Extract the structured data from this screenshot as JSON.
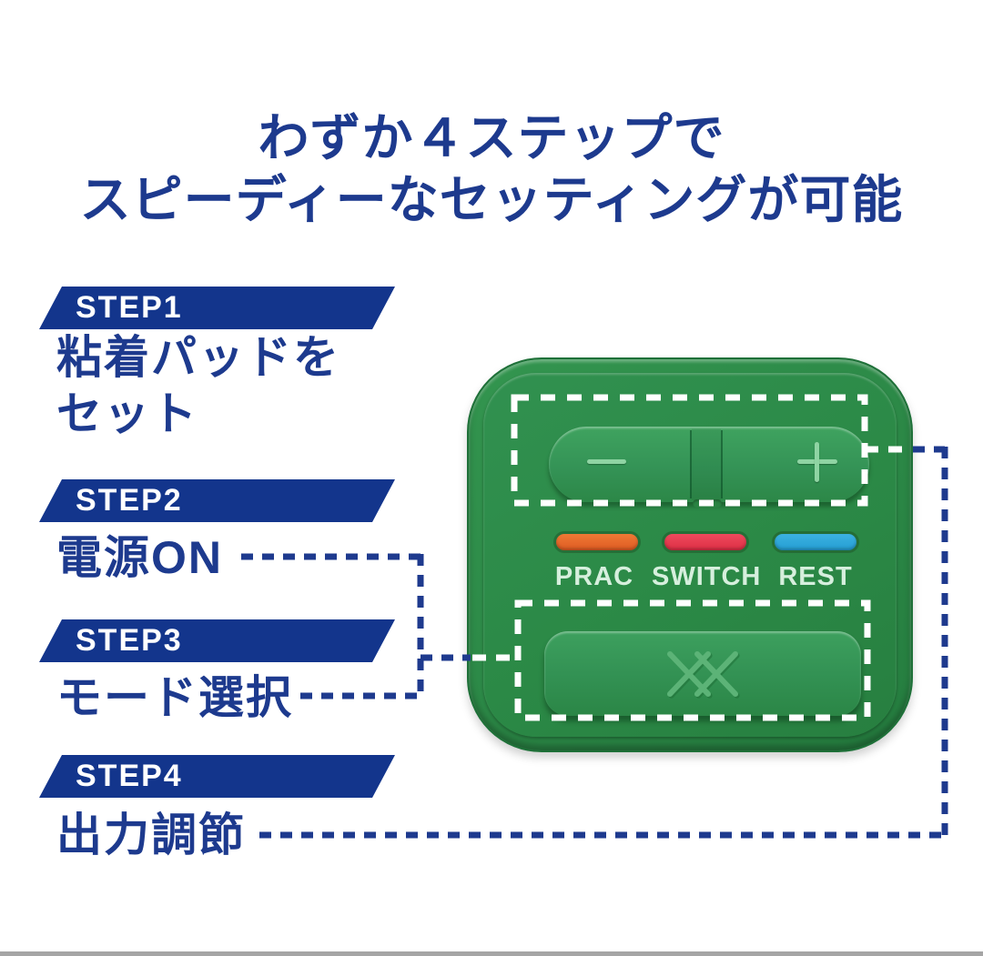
{
  "title": {
    "line1": "わずか４ステップで",
    "line2": "スピーディーなセッティングが可能"
  },
  "steps": [
    {
      "label": "STEP1",
      "line1": "粘着パッドを",
      "line2": "セット"
    },
    {
      "label": "STEP2",
      "line1": "電源ON",
      "line2": ""
    },
    {
      "label": "STEP3",
      "line1": "モード選択",
      "line2": ""
    },
    {
      "label": "STEP4",
      "line1": "出力調節",
      "line2": ""
    }
  ],
  "device": {
    "indicators": [
      {
        "label": "PRAC",
        "color": "#e8662c"
      },
      {
        "label": "SWITCH",
        "color": "#e73a4e"
      },
      {
        "label": "REST",
        "color": "#2fa9dc"
      }
    ],
    "rocker": {
      "minus_glyph": "−",
      "plus_glyph": "+"
    },
    "main_button_logo": "XX"
  },
  "colors": {
    "accent_navy_text": "#1d3a8e",
    "banner_navy": "#13358c",
    "connector_navy": "#1e3a8e",
    "connector_white": "#ffffff",
    "device_green": "#2e8c49",
    "indicator_label_green": "#d6efdd",
    "bottom_bar_gray": "#a5a5a5"
  }
}
